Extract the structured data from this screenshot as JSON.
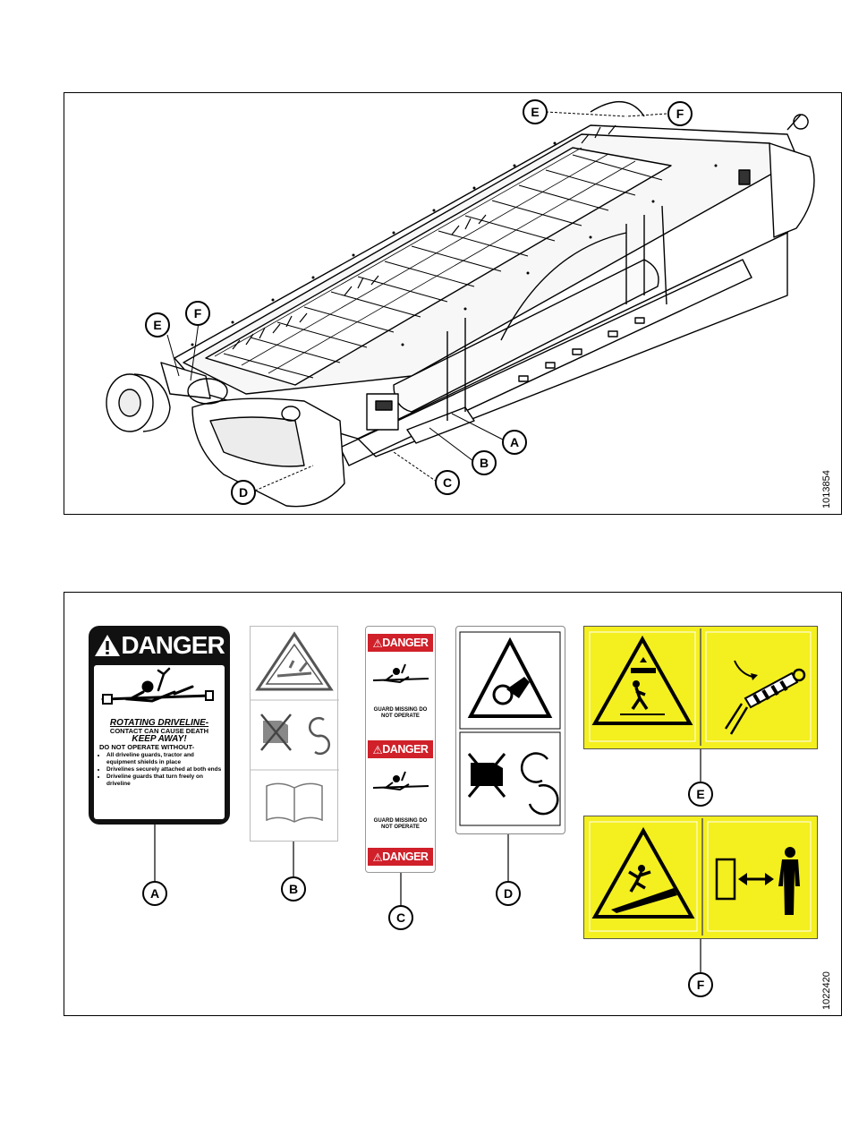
{
  "figure_1": {
    "id": "1013854",
    "callouts": [
      "A",
      "B",
      "C",
      "D",
      "E",
      "F",
      "E",
      "F"
    ]
  },
  "figure_2": {
    "id": "1022420",
    "callouts": [
      "A",
      "B",
      "C",
      "D",
      "E",
      "F"
    ],
    "decal_a": {
      "header": "DANGER",
      "line1": "ROTATING DRIVELINE-",
      "line2": "CONTACT CAN CAUSE DEATH",
      "line3": "KEEP AWAY!",
      "line4": "DO NOT OPERATE WITHOUT-",
      "bullets": [
        "All driveline guards, tractor and equipment shields in place",
        "Drivelines securely attached at both ends",
        "Driveline guards that turn freely on driveline"
      ]
    },
    "decal_c": {
      "header_top": "DANGER",
      "header_mid": "DANGER",
      "header_bottom": "DANGER",
      "guard_text_1": "GUARD MISSING DO NOT OPERATE",
      "guard_text_2": "GUARD MISSING DO NOT OPERATE"
    }
  },
  "colors": {
    "danger_red": "#d0202a",
    "warning_yellow": "#f4ef1f",
    "line_black": "#000000"
  }
}
